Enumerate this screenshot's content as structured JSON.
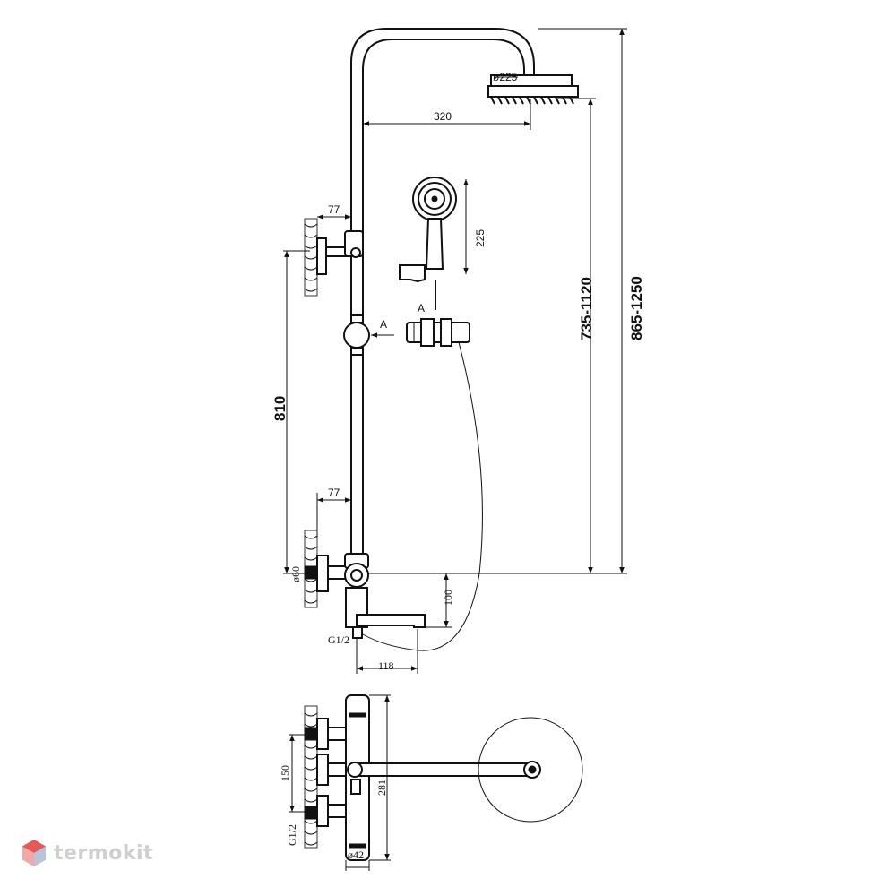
{
  "brand": {
    "name": "termokit",
    "accent_color": "#e25a5a",
    "logo_icon": "hexagon-logo-icon"
  },
  "dimensions": {
    "head_diameter": "ø225",
    "arm_length": "320",
    "handshower_height": "225",
    "bracket_offset_top": "77",
    "bracket_offset_bottom": "77",
    "rail_span": "810",
    "head_height_range": "735-1120",
    "total_height_range": "865-1250",
    "spout_drop": "100",
    "spout_length": "118",
    "thread_size": "G1/2",
    "inlet_diameter": "ø60",
    "view_label_a_top": "A",
    "view_label_a_bottom": "A",
    "plan_spacing": "150",
    "plan_body_length": "281",
    "plan_thread_size": "G1/2",
    "plan_body_diameter": "ø42"
  }
}
